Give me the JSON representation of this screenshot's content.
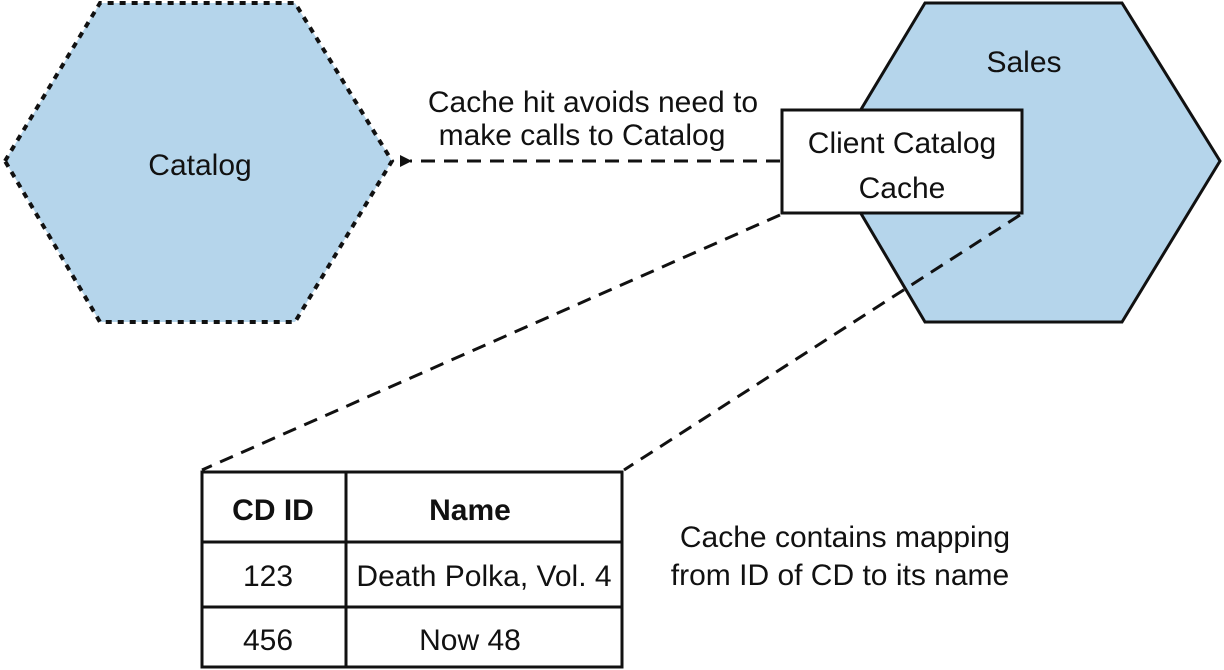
{
  "nodes": {
    "catalog": {
      "label": "Catalog",
      "fill": "#b5d5eb",
      "border": "dotted"
    },
    "sales": {
      "label": "Sales",
      "fill": "#b5d5eb",
      "border": "solid"
    },
    "cache": {
      "line1": "Client Catalog",
      "line2": "Cache"
    }
  },
  "edges": {
    "cache_to_catalog": {
      "line1": "Cache hit avoids need to",
      "line2": "make calls to Catalog",
      "style": "dashed"
    }
  },
  "cache_table": {
    "headers": [
      "CD ID",
      "Name"
    ],
    "rows": [
      [
        "123",
        "Death Polka, Vol. 4"
      ],
      [
        "456",
        "Now 48"
      ]
    ]
  },
  "annotation": {
    "line1": "Cache contains mapping",
    "line2": "from ID of CD to its name"
  },
  "colors": {
    "hexagon_fill": "#b5d5eb",
    "stroke": "#111111",
    "box_fill": "#ffffff"
  }
}
